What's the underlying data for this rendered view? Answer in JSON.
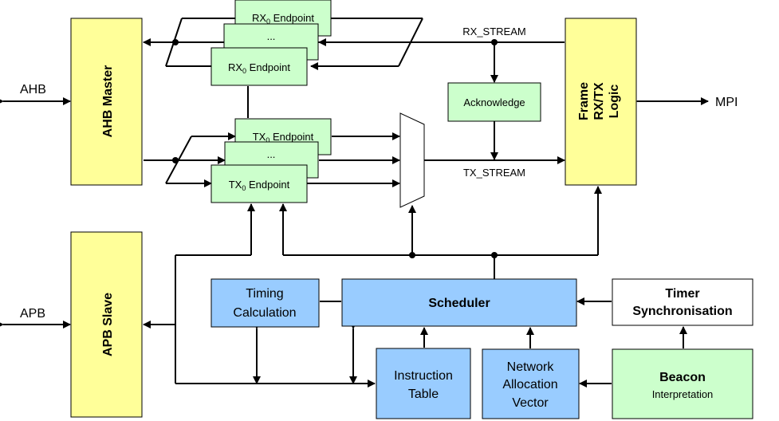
{
  "blocks": {
    "ahb_master": "AHB Master",
    "apb_slave": "APB Slave",
    "frame_logic": [
      "Frame",
      "RX/TX",
      "Logic"
    ],
    "rx_endpoint_back": "RX",
    "rx_endpoint_back_sub": "0",
    "rx_endpoint_back_suffix": " Endpoint",
    "rx_endpoint_mid": "...",
    "rx_endpoint_front": "RX",
    "rx_endpoint_front_sub": "0",
    "rx_endpoint_front_suffix": " Endpoint",
    "tx_endpoint_back": "TX",
    "tx_endpoint_back_sub": "0",
    "tx_endpoint_back_suffix": " Endpoint",
    "tx_endpoint_mid": "...",
    "tx_endpoint_front": "TX",
    "tx_endpoint_front_sub": "0",
    "tx_endpoint_front_suffix": " Endpoint",
    "acknowledge": "Acknowledge",
    "timing_calculation": [
      "Timing",
      "Calculation"
    ],
    "scheduler": "Scheduler",
    "timer_sync": [
      "Timer",
      "Synchronisation"
    ],
    "instruction_table": [
      "Instruction",
      "Table"
    ],
    "network_allocation": [
      "Network",
      "Allocation",
      "Vector"
    ],
    "beacon": "Beacon",
    "beacon_sub": "Interpretation"
  },
  "signals": {
    "ahb": "AHB",
    "apb": "APB",
    "mpi": "MPI",
    "rx_stream": "RX_STREAM",
    "tx_stream": "TX_STREAM"
  },
  "colors": {
    "bus_block": "#ffff99",
    "endpoint_block": "#ccffcc",
    "control_block": "#99ccff",
    "timer_block": "#ffffff"
  }
}
